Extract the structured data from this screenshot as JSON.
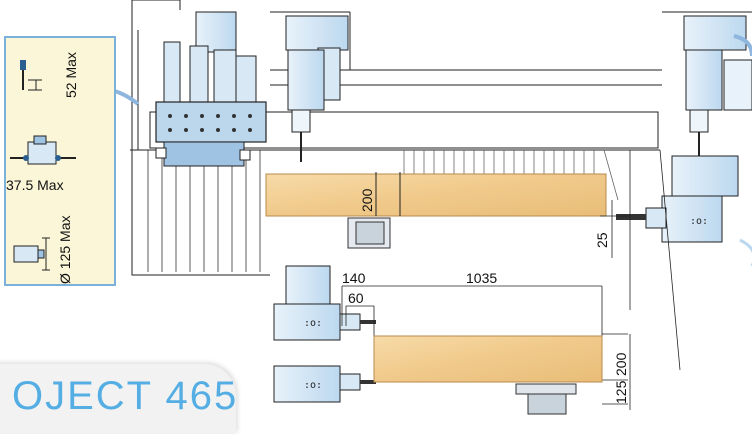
{
  "tool_panel": {
    "items": [
      {
        "label": "52 Max"
      },
      {
        "label": "37.5 Max"
      },
      {
        "label": "Ø 125 Max"
      }
    ]
  },
  "dimensions": {
    "panel_height_upper": "200",
    "offset_25": "25",
    "dim_140": "140",
    "dim_60": "60",
    "dim_1035": "1035",
    "panel_height_lower": "200",
    "dim_125": "125"
  },
  "project_tag": "OJECT 465",
  "colors": {
    "panel_bg": "#fbf6d8",
    "panel_border": "#7ab2db",
    "wood": "#f0c98a",
    "machine_blue": "#cfe3f3",
    "accent_text": "#55aee3"
  }
}
